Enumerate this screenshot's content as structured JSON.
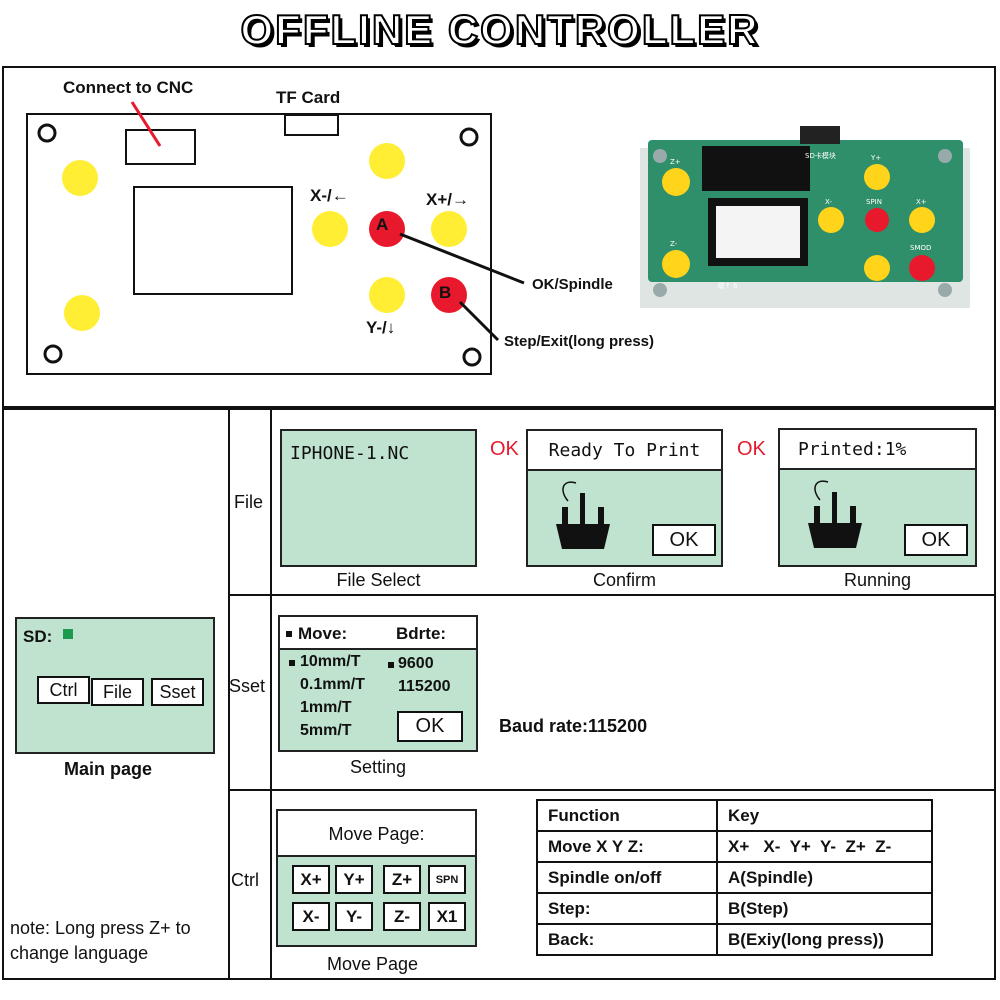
{
  "title": "OFFLINE CONTROLLER",
  "board": {
    "connect_label": "Connect to CNC",
    "tf_label": "TF Card",
    "x_minus": "X-/←",
    "x_plus": "X+/→",
    "y_minus": "Y-/↓",
    "btn_a": "A",
    "btn_b": "B",
    "ok_spindle": "OK/Spindle",
    "step_exit": "Step/Exit(long press)"
  },
  "photo": {
    "header": "SD卡模块",
    "z_plus": "Z+",
    "z_minus": "Z-",
    "y_plus": "Y+",
    "x_minus": "X-",
    "spin": "SPIN",
    "x_plus": "X+",
    "smod": "SMOD",
    "bottom": "联↑ 6"
  },
  "main_page": {
    "sd_label": "SD:",
    "buttons": [
      "Ctrl",
      "File",
      "Sset"
    ],
    "caption": "Main page"
  },
  "note": "note: Long press Z+ to change language",
  "rows": {
    "file": "File",
    "sset": "Sset",
    "ctrl": "Ctrl"
  },
  "file_flow": {
    "file_name": "IPHONE-1.NC",
    "file_caption": "File Select",
    "ok1": "OK",
    "confirm_text": "Ready To Print",
    "confirm_button": "OK",
    "confirm_caption": "Confirm",
    "ok2": "OK",
    "running_text": "Printed:1%",
    "running_button": "OK",
    "running_caption": "Running"
  },
  "setting": {
    "move_header": "Move:",
    "bdrte_header": "Bdrte:",
    "move_options": [
      "10mm/T",
      "0.1mm/T",
      "1mm/T",
      "5mm/T"
    ],
    "baud_options": [
      "9600",
      "115200"
    ],
    "ok": "OK",
    "caption": "Setting",
    "baud_note": "Baud rate:115200"
  },
  "move_page": {
    "header": "Move Page:",
    "keys_row1": [
      "X+",
      "Y+",
      "Z+",
      "SPN"
    ],
    "keys_row2": [
      "X-",
      "Y-",
      "Z-",
      "X1"
    ],
    "caption": "Move Page"
  },
  "function_table": {
    "headers": [
      "Function",
      "Key"
    ],
    "rows": [
      [
        "Move X Y Z:",
        "X+   X-  Y+  Y-  Z+  Z-"
      ],
      [
        "Spindle on/off",
        "A(Spindle)"
      ],
      [
        "Step:",
        "B(Step)"
      ],
      [
        "Back:",
        "B(Exiy(long press))"
      ]
    ]
  },
  "colors": {
    "lcd": "#bfe3cf",
    "yellow_button": "#ffee33",
    "red_button": "#e8192c",
    "ok_red": "#e8192c",
    "pcb": "#2f8f6a"
  }
}
